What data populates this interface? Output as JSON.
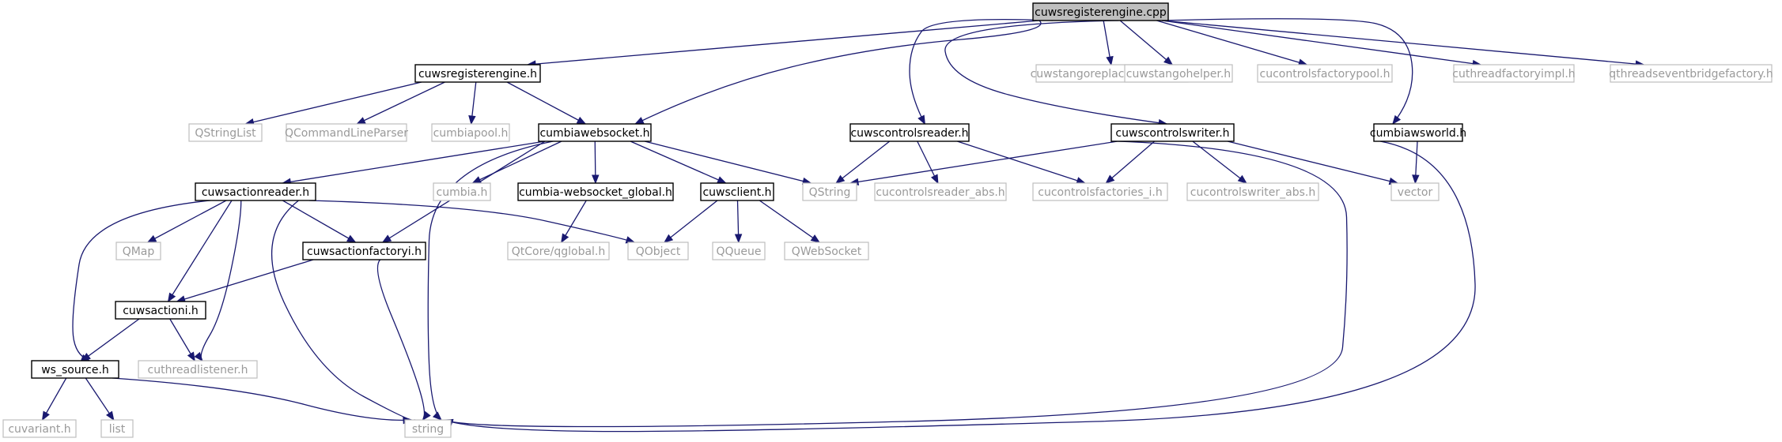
{
  "diagram": {
    "nodes": [
      {
        "id": "root",
        "label": "cuwsregisterengine.cpp",
        "kind": "root"
      },
      {
        "id": "regh",
        "label": "cuwsregisterengine.h",
        "kind": "doc"
      },
      {
        "id": "cws",
        "label": "cumbiawebsocket.h",
        "kind": "doc"
      },
      {
        "id": "repl",
        "label": "cuwstangoreplacewildcards.h",
        "kind": "sys"
      },
      {
        "id": "helper",
        "label": "cuwstangohelper.h",
        "kind": "sys"
      },
      {
        "id": "cfp",
        "label": "cucontrolsfactorypool.h",
        "kind": "sys"
      },
      {
        "id": "ctfi",
        "label": "cuthreadfactoryimpl.h",
        "kind": "sys"
      },
      {
        "id": "qteb",
        "label": "qthreadseventbridgefactory.h",
        "kind": "sys"
      },
      {
        "id": "qsl",
        "label": "QStringList",
        "kind": "sys"
      },
      {
        "id": "qclp",
        "label": "QCommandLineParser",
        "kind": "sys"
      },
      {
        "id": "cpool",
        "label": "cumbiapool.h",
        "kind": "sys"
      },
      {
        "id": "ccr",
        "label": "cuwscontrolsreader.h",
        "kind": "doc"
      },
      {
        "id": "ccw",
        "label": "cuwscontrolswriter.h",
        "kind": "doc"
      },
      {
        "id": "world",
        "label": "cumbiawsworld.h",
        "kind": "doc"
      },
      {
        "id": "war",
        "label": "cuwsactionreader.h",
        "kind": "doc"
      },
      {
        "id": "cumbiah",
        "label": "cumbia.h",
        "kind": "sys"
      },
      {
        "id": "cwsg",
        "label": "cumbia-websocket_global.h",
        "kind": "doc"
      },
      {
        "id": "client",
        "label": "cuwsclient.h",
        "kind": "doc"
      },
      {
        "id": "qstring",
        "label": "QString",
        "kind": "sys"
      },
      {
        "id": "crabs",
        "label": "cucontrolsreader_abs.h",
        "kind": "sys"
      },
      {
        "id": "cfi",
        "label": "cucontrolsfactories_i.h",
        "kind": "sys"
      },
      {
        "id": "cwabs",
        "label": "cucontrolswriter_abs.h",
        "kind": "sys"
      },
      {
        "id": "vector",
        "label": "vector",
        "kind": "sys"
      },
      {
        "id": "qmap",
        "label": "QMap",
        "kind": "sys"
      },
      {
        "id": "wafi",
        "label": "cuwsactionfactoryi.h",
        "kind": "doc"
      },
      {
        "id": "qtglob",
        "label": "QtCore/qglobal.h",
        "kind": "sys"
      },
      {
        "id": "qobject",
        "label": "QObject",
        "kind": "sys"
      },
      {
        "id": "qqueue",
        "label": "QQueue",
        "kind": "sys"
      },
      {
        "id": "qws",
        "label": "QWebSocket",
        "kind": "sys"
      },
      {
        "id": "wai",
        "label": "cuwsactioni.h",
        "kind": "doc"
      },
      {
        "id": "wss",
        "label": "ws_source.h",
        "kind": "doc"
      },
      {
        "id": "ctl",
        "label": "cuthreadlistener.h",
        "kind": "sys"
      },
      {
        "id": "cuvar",
        "label": "cuvariant.h",
        "kind": "sys"
      },
      {
        "id": "list",
        "label": "list",
        "kind": "sys"
      },
      {
        "id": "string",
        "label": "string",
        "kind": "sys"
      }
    ],
    "edges": [
      [
        "root",
        "regh"
      ],
      [
        "root",
        "cws"
      ],
      [
        "root",
        "repl"
      ],
      [
        "root",
        "helper"
      ],
      [
        "root",
        "cfp"
      ],
      [
        "root",
        "ctfi"
      ],
      [
        "root",
        "qteb"
      ],
      [
        "root",
        "ccr"
      ],
      [
        "root",
        "ccw"
      ],
      [
        "root",
        "world"
      ],
      [
        "regh",
        "qsl"
      ],
      [
        "regh",
        "qclp"
      ],
      [
        "regh",
        "cpool"
      ],
      [
        "regh",
        "cws"
      ],
      [
        "cws",
        "war"
      ],
      [
        "cws",
        "cumbiah"
      ],
      [
        "cws",
        "cwsg"
      ],
      [
        "cws",
        "client"
      ],
      [
        "cws",
        "qstring"
      ],
      [
        "cws",
        "wafi"
      ],
      [
        "cws",
        "string"
      ],
      [
        "ccr",
        "qstring"
      ],
      [
        "ccr",
        "crabs"
      ],
      [
        "ccr",
        "cfi"
      ],
      [
        "ccw",
        "qstring"
      ],
      [
        "ccw",
        "cfi"
      ],
      [
        "ccw",
        "cwabs"
      ],
      [
        "ccw",
        "vector"
      ],
      [
        "ccw",
        "string"
      ],
      [
        "world",
        "vector"
      ],
      [
        "world",
        "string"
      ],
      [
        "war",
        "qmap"
      ],
      [
        "war",
        "wafi"
      ],
      [
        "war",
        "qobject"
      ],
      [
        "war",
        "wai"
      ],
      [
        "war",
        "wss"
      ],
      [
        "war",
        "ctl"
      ],
      [
        "war",
        "string"
      ],
      [
        "cwsg",
        "qtglob"
      ],
      [
        "client",
        "qobject"
      ],
      [
        "client",
        "qqueue"
      ],
      [
        "client",
        "qws"
      ],
      [
        "wafi",
        "wai"
      ],
      [
        "wafi",
        "string"
      ],
      [
        "wai",
        "wss"
      ],
      [
        "wai",
        "ctl"
      ],
      [
        "wss",
        "cuvar"
      ],
      [
        "wss",
        "list"
      ],
      [
        "wss",
        "string"
      ]
    ]
  }
}
